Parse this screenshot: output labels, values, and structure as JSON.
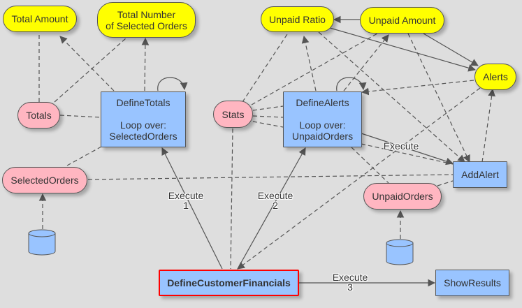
{
  "colors": {
    "background": "#dedede",
    "variable": "#ffff00",
    "collection": "#ffb6c1",
    "action": "#99c4ff",
    "main_border": "#ff0000",
    "edge": "#555555"
  },
  "nodes": {
    "total_amount": "Total Amount",
    "total_number": "Total Number\nof Selected Orders",
    "unpaid_ratio": "Unpaid Ratio",
    "unpaid_amount": "Unpaid Amount",
    "alerts": "Alerts",
    "totals": "Totals",
    "define_totals": "DefineTotals\n\nLoop over:\nSelectedOrders",
    "stats": "Stats",
    "define_alerts": "DefineAlerts\n\nLoop over:\nUnpaidOrders",
    "add_alert": "AddAlert",
    "selected_orders": "SelectedOrders",
    "unpaid_orders": "UnpaidOrders",
    "define_customer_financials": "DefineCustomerFinancials",
    "show_results": "ShowResults"
  },
  "edge_labels": {
    "execute_1": "Execute\n1",
    "execute_2": "Execute\n2",
    "execute_3": "Execute\n3",
    "execute_alert": "Execute"
  },
  "icons": {
    "database_selected": "database-icon",
    "database_unpaid": "database-icon"
  }
}
